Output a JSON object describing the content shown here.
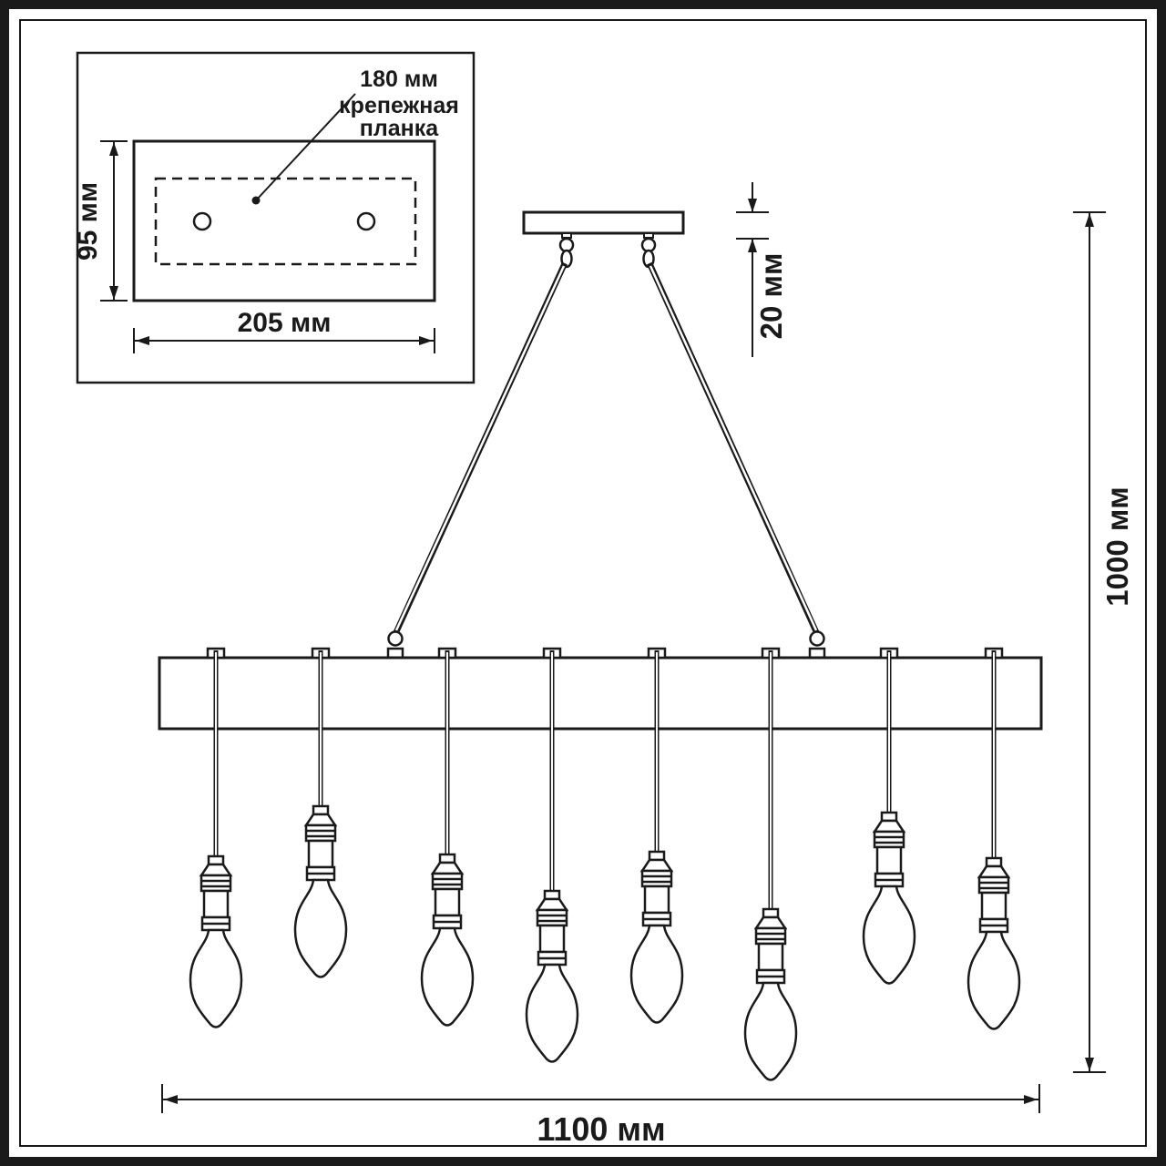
{
  "diagram_title": "pendant-lamp-dimension-drawing",
  "inset": {
    "hole_spacing_label": "180 мм",
    "bracket_label_line1": "крепежная",
    "bracket_label_line2": "планка",
    "plate_height_label": "95 мм",
    "plate_width_label": "205 мм"
  },
  "main": {
    "canopy_offset_label": "20 мм",
    "overall_height_label": "1000 мм",
    "overall_width_label": "1100 мм",
    "bulb_count": 8
  },
  "colors": {
    "line": "#1a1a1a",
    "background": "#ffffff"
  }
}
